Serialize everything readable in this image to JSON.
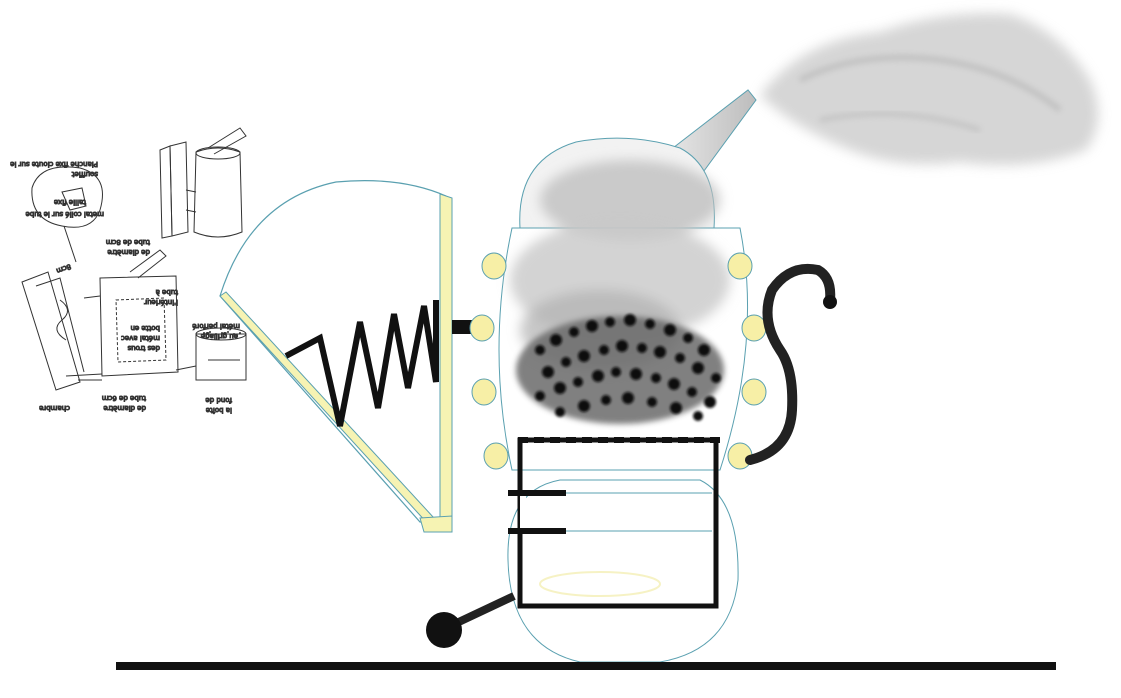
{
  "figure": {
    "components": [
      {
        "name": "bellows",
        "role": "air pump with spring"
      },
      {
        "name": "smoke-chamber",
        "role": "upper dome with nozzle"
      },
      {
        "name": "fuel-chamber",
        "role": "burning fuel above grate"
      },
      {
        "name": "firebox",
        "role": "lower box with air inlets"
      },
      {
        "name": "handle",
        "role": "curved side handle"
      },
      {
        "name": "lever",
        "role": "ball-ended lever"
      },
      {
        "name": "base-line",
        "role": "ground line"
      }
    ],
    "colors": {
      "outline": "#5aa0b0",
      "bellows_board": "#f6f3b3",
      "knob": "#f7efa6",
      "ink": "#111111",
      "smoke": "#cfcfcf",
      "fuel": "#2a2a2a"
    }
  },
  "sketch": {
    "labels": [
      "Planche fixe cloute sur le",
      "soufflet",
      "taille fixe",
      "metal collé sur le tube",
      "tube de 8cm",
      "de diamètre",
      "8cm",
      "tube à",
      "l'intérieur",
      "botte en",
      "métal avec",
      "des trous",
      "métal perforé",
      "ou grillage",
      "fond de",
      "la boîte",
      "tube de 6cm",
      "de diamètre",
      "chambre"
    ]
  }
}
